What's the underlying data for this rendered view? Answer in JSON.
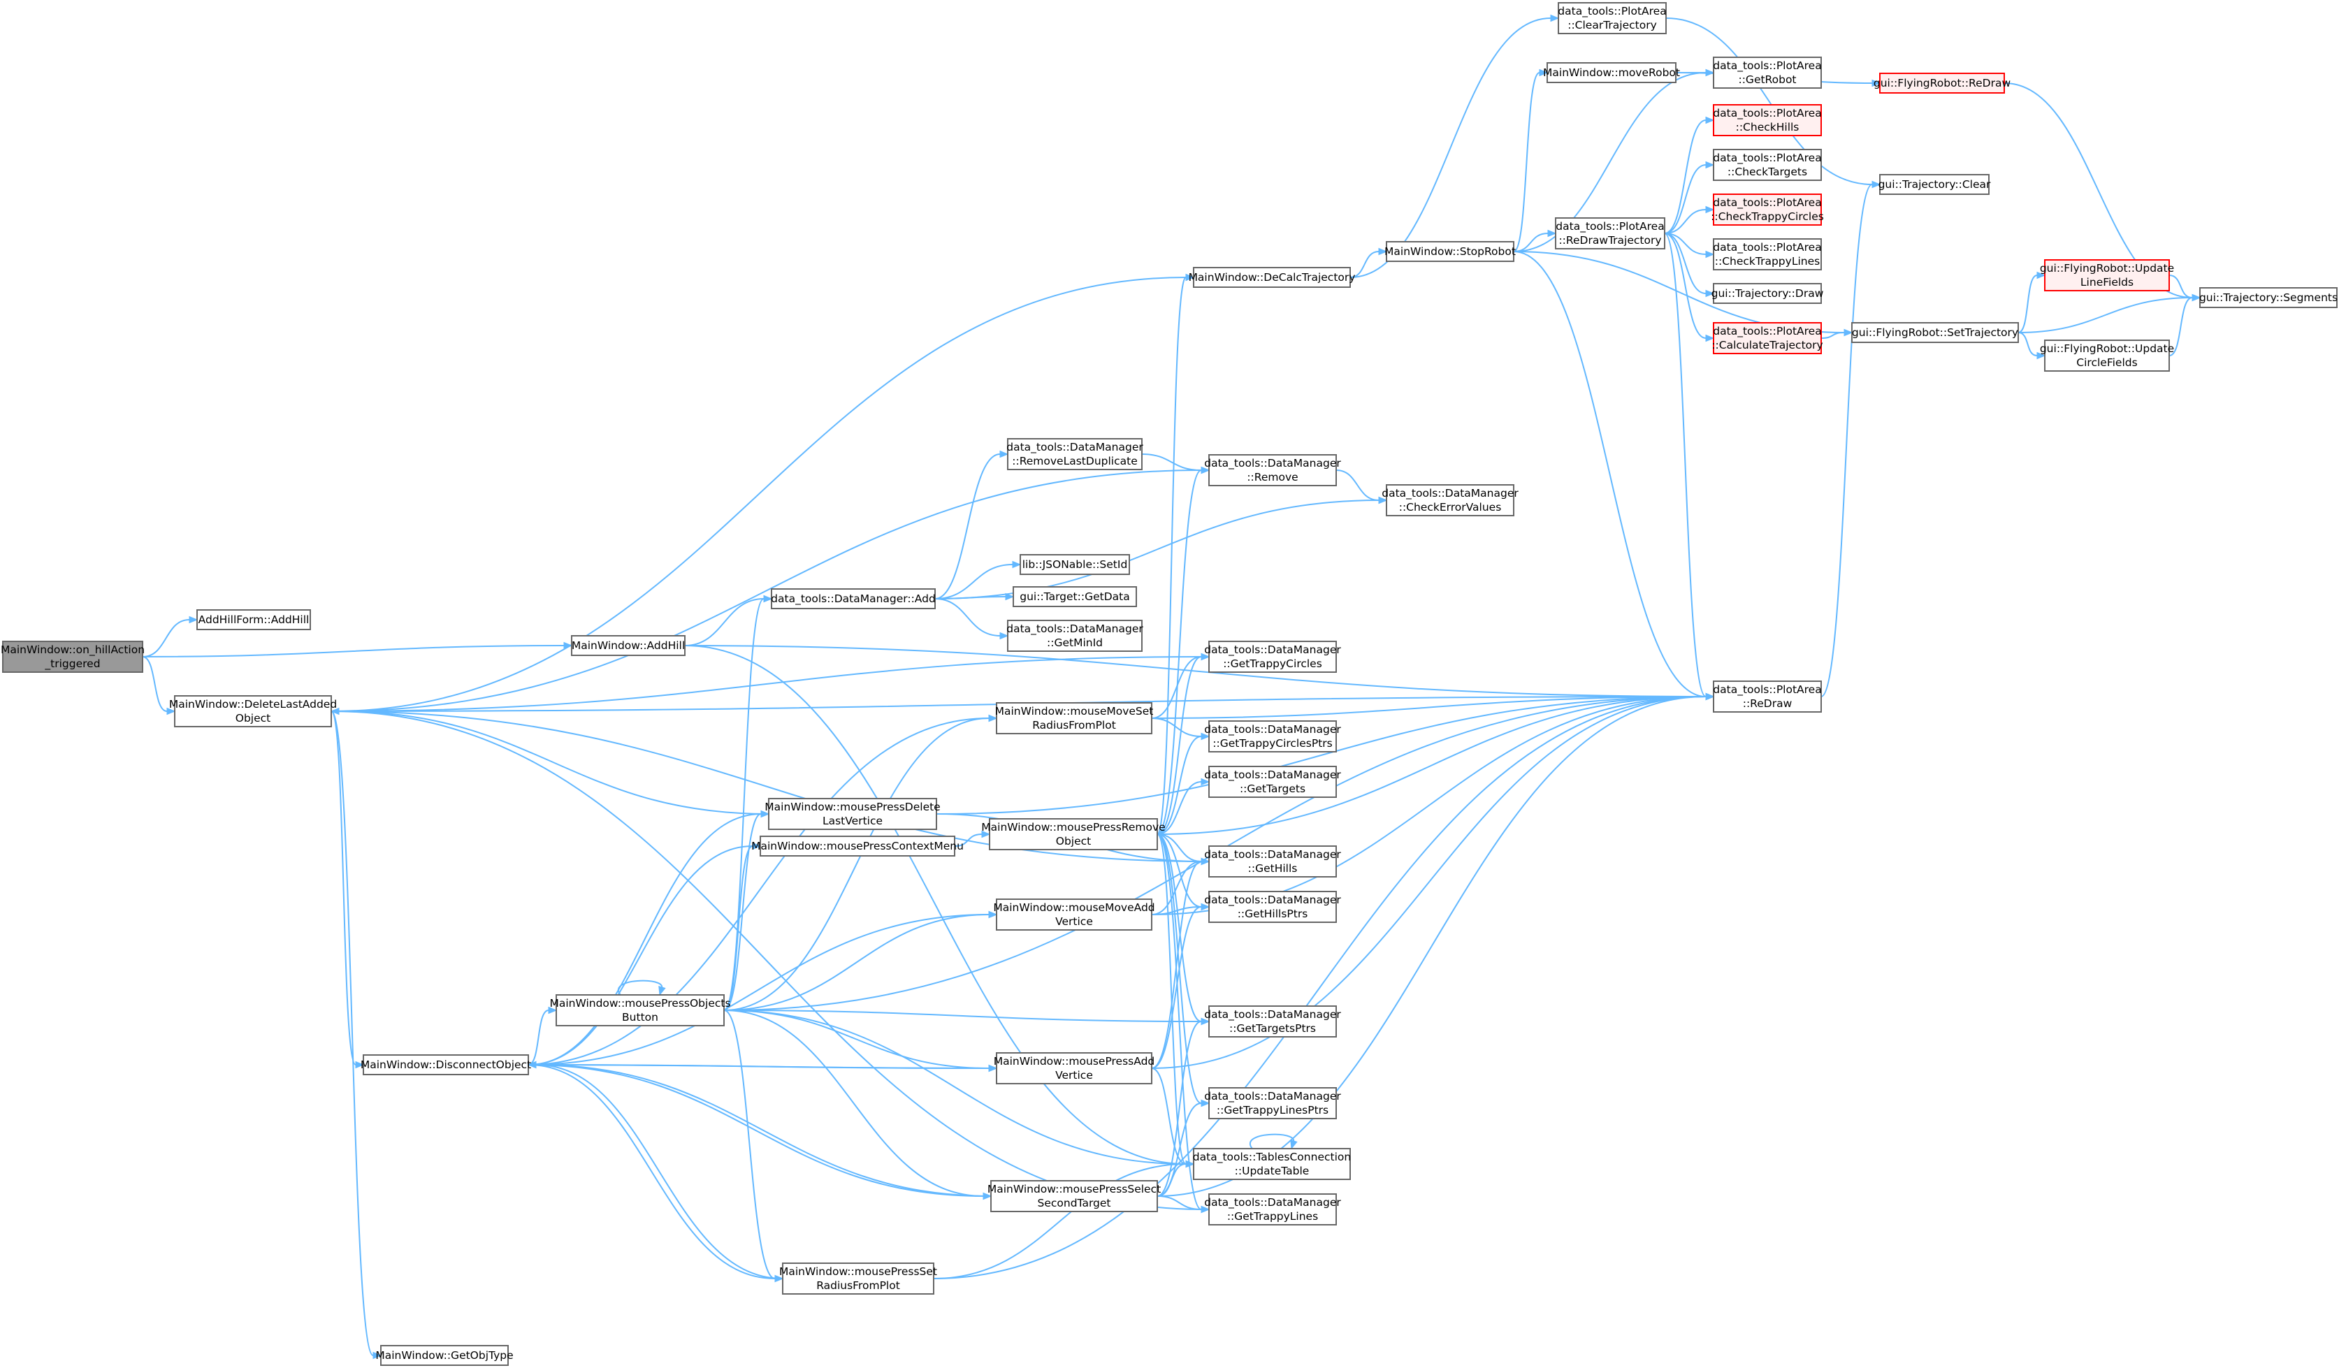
{
  "graph": {
    "nodes": [
      {
        "id": "on_hill",
        "lines": [
          "MainWindow::on_hillAction",
          "_triggered"
        ],
        "style": "root"
      },
      {
        "id": "addhillform",
        "lines": [
          "AddHillForm::AddHill"
        ],
        "style": "normal"
      },
      {
        "id": "addhill",
        "lines": [
          "MainWindow::AddHill"
        ],
        "style": "normal"
      },
      {
        "id": "deletelast",
        "lines": [
          "MainWindow::DeleteLastAdded",
          "Object"
        ],
        "style": "normal"
      },
      {
        "id": "disconnect",
        "lines": [
          "MainWindow::DisconnectObject"
        ],
        "style": "normal"
      },
      {
        "id": "getobjtype",
        "lines": [
          "MainWindow::GetObjType"
        ],
        "style": "normal"
      },
      {
        "id": "dm_add",
        "lines": [
          "data_tools::DataManager::Add"
        ],
        "style": "normal"
      },
      {
        "id": "mp_objbtn",
        "lines": [
          "MainWindow::mousePressObjects",
          "Button"
        ],
        "style": "normal"
      },
      {
        "id": "mp_dellast",
        "lines": [
          "MainWindow::mousePressDelete",
          "LastVertice"
        ],
        "style": "normal"
      },
      {
        "id": "mp_ctx",
        "lines": [
          "MainWindow::mousePressContextMenu"
        ],
        "style": "normal"
      },
      {
        "id": "removelastdup",
        "lines": [
          "data_tools::DataManager",
          "::RemoveLastDuplicate"
        ],
        "style": "normal"
      },
      {
        "id": "setid",
        "lines": [
          "lib::JSONable::SetId"
        ],
        "style": "normal"
      },
      {
        "id": "target_getdata",
        "lines": [
          "gui::Target::GetData"
        ],
        "style": "normal"
      },
      {
        "id": "getminid",
        "lines": [
          "data_tools::DataManager",
          "::GetMinId"
        ],
        "style": "normal"
      },
      {
        "id": "mm_setradius",
        "lines": [
          "MainWindow::mouseMoveSet",
          "RadiusFromPlot"
        ],
        "style": "normal"
      },
      {
        "id": "mp_remove",
        "lines": [
          "MainWindow::mousePressRemove",
          "Object"
        ],
        "style": "normal"
      },
      {
        "id": "mm_addvert",
        "lines": [
          "MainWindow::mouseMoveAdd",
          "Vertice"
        ],
        "style": "normal"
      },
      {
        "id": "mp_addvert",
        "lines": [
          "MainWindow::mousePressAdd",
          "Vertice"
        ],
        "style": "normal"
      },
      {
        "id": "mp_select2",
        "lines": [
          "MainWindow::mousePressSelect",
          "SecondTarget"
        ],
        "style": "normal"
      },
      {
        "id": "mp_setradius",
        "lines": [
          "MainWindow::mousePressSet",
          "RadiusFromPlot"
        ],
        "style": "normal"
      },
      {
        "id": "decalc",
        "lines": [
          "MainWindow::DeCalcTrajectory"
        ],
        "style": "normal"
      },
      {
        "id": "dm_remove",
        "lines": [
          "data_tools::DataManager",
          "::Remove"
        ],
        "style": "normal"
      },
      {
        "id": "checkerr",
        "lines": [
          "data_tools::DataManager",
          "::CheckErrorValues"
        ],
        "style": "normal"
      },
      {
        "id": "gettrappycircles",
        "lines": [
          "data_tools::DataManager",
          "::GetTrappyCircles"
        ],
        "style": "normal"
      },
      {
        "id": "gettrappycirclesptrs",
        "lines": [
          "data_tools::DataManager",
          "::GetTrappyCirclesPtrs"
        ],
        "style": "normal"
      },
      {
        "id": "gettargets",
        "lines": [
          "data_tools::DataManager",
          "::GetTargets"
        ],
        "style": "normal"
      },
      {
        "id": "gethills",
        "lines": [
          "data_tools::DataManager",
          "::GetHills"
        ],
        "style": "normal"
      },
      {
        "id": "gethillsptrs",
        "lines": [
          "data_tools::DataManager",
          "::GetHillsPtrs"
        ],
        "style": "normal"
      },
      {
        "id": "gettargetsptrs",
        "lines": [
          "data_tools::DataManager",
          "::GetTargetsPtrs"
        ],
        "style": "normal"
      },
      {
        "id": "gettrappylinesptrs",
        "lines": [
          "data_tools::DataManager",
          "::GetTrappyLinesPtrs"
        ],
        "style": "normal"
      },
      {
        "id": "updatetable",
        "lines": [
          "data_tools::TablesConnection",
          "::UpdateTable"
        ],
        "style": "normal"
      },
      {
        "id": "gettrappylines",
        "lines": [
          "data_tools::DataManager",
          "::GetTrappyLines"
        ],
        "style": "normal"
      },
      {
        "id": "stoprobot",
        "lines": [
          "MainWindow::StopRobot"
        ],
        "style": "normal"
      },
      {
        "id": "cleartraj",
        "lines": [
          "data_tools::PlotArea",
          "::ClearTrajectory"
        ],
        "style": "normal"
      },
      {
        "id": "moverobot",
        "lines": [
          "MainWindow::moveRobot"
        ],
        "style": "normal"
      },
      {
        "id": "getrobot",
        "lines": [
          "data_tools::PlotArea",
          "::GetRobot"
        ],
        "style": "normal"
      },
      {
        "id": "checkhills",
        "lines": [
          "data_tools::PlotArea",
          "::CheckHills"
        ],
        "style": "trunc"
      },
      {
        "id": "checktargets",
        "lines": [
          "data_tools::PlotArea",
          "::CheckTargets"
        ],
        "style": "normal"
      },
      {
        "id": "checktrappycircles",
        "lines": [
          "data_tools::PlotArea",
          "::CheckTrappyCircles"
        ],
        "style": "trunc"
      },
      {
        "id": "redrawtraj",
        "lines": [
          "data_tools::PlotArea",
          "::ReDrawTrajectory"
        ],
        "style": "normal"
      },
      {
        "id": "checktrappylines",
        "lines": [
          "data_tools::PlotArea",
          "::CheckTrappyLines"
        ],
        "style": "normal"
      },
      {
        "id": "traj_draw",
        "lines": [
          "gui::Trajectory::Draw"
        ],
        "style": "normal"
      },
      {
        "id": "calctraj",
        "lines": [
          "data_tools::PlotArea",
          "::CalculateTrajectory"
        ],
        "style": "trunc"
      },
      {
        "id": "plotarea_redraw",
        "lines": [
          "data_tools::PlotArea",
          "::ReDraw"
        ],
        "style": "normal"
      },
      {
        "id": "fr_redraw",
        "lines": [
          "gui::FlyingRobot::ReDraw"
        ],
        "style": "trunc"
      },
      {
        "id": "traj_clear",
        "lines": [
          "gui::Trajectory::Clear"
        ],
        "style": "normal"
      },
      {
        "id": "fr_settraj",
        "lines": [
          "gui::FlyingRobot::SetTrajectory"
        ],
        "style": "normal"
      },
      {
        "id": "fr_updateline",
        "lines": [
          "gui::FlyingRobot::Update",
          "LineFields"
        ],
        "style": "trunc"
      },
      {
        "id": "fr_updatecircle",
        "lines": [
          "gui::FlyingRobot::Update",
          "CircleFields"
        ],
        "style": "normal"
      },
      {
        "id": "traj_segments",
        "lines": [
          "gui::Trajectory::Segments"
        ],
        "style": "normal"
      }
    ],
    "edges": [
      [
        "on_hill",
        "addhillform"
      ],
      [
        "on_hill",
        "addhill"
      ],
      [
        "on_hill",
        "deletelast"
      ],
      [
        "addhill",
        "dm_add"
      ],
      [
        "addhill",
        "plotarea_redraw"
      ],
      [
        "addhill",
        "updatetable"
      ],
      [
        "deletelast",
        "decalc"
      ],
      [
        "deletelast",
        "disconnect"
      ],
      [
        "deletelast",
        "dm_remove"
      ],
      [
        "deletelast",
        "gethills"
      ],
      [
        "deletelast",
        "gettrappycircles"
      ],
      [
        "deletelast",
        "gettrappylines"
      ],
      [
        "deletelast",
        "getobjtype"
      ],
      [
        "deletelast",
        "plotarea_redraw"
      ],
      [
        "disconnect",
        "mp_dellast"
      ],
      [
        "disconnect",
        "mp_ctx"
      ],
      [
        "disconnect",
        "mm_setradius"
      ],
      [
        "disconnect",
        "mm_addvert"
      ],
      [
        "disconnect",
        "mp_objbtn"
      ],
      [
        "disconnect",
        "mp_addvert"
      ],
      [
        "disconnect",
        "mp_select2"
      ],
      [
        "disconnect",
        "mp_setradius"
      ],
      [
        "dm_add",
        "removelastdup"
      ],
      [
        "dm_add",
        "checkerr"
      ],
      [
        "dm_add",
        "setid"
      ],
      [
        "dm_add",
        "target_getdata"
      ],
      [
        "dm_add",
        "getminid"
      ],
      [
        "removelastdup",
        "dm_remove"
      ],
      [
        "dm_remove",
        "checkerr"
      ],
      [
        "mp_objbtn",
        "dm_add"
      ],
      [
        "mp_objbtn",
        "mp_dellast"
      ],
      [
        "mp_objbtn",
        "mp_ctx"
      ],
      [
        "mp_objbtn",
        "mm_setradius"
      ],
      [
        "mp_objbtn",
        "mm_addvert"
      ],
      [
        "mp_objbtn",
        "mp_addvert"
      ],
      [
        "mp_objbtn",
        "mp_select2"
      ],
      [
        "mp_objbtn",
        "mp_setradius"
      ],
      [
        "mp_objbtn",
        "gettargetsptrs"
      ],
      [
        "mp_objbtn",
        "updatetable"
      ],
      [
        "mp_objbtn",
        "plotarea_redraw"
      ],
      [
        "mp_objbtn",
        "mp_objbtn"
      ],
      [
        "mp_dellast",
        "deletelast"
      ],
      [
        "mp_dellast",
        "gethills"
      ],
      [
        "mp_dellast",
        "plotarea_redraw"
      ],
      [
        "mp_ctx",
        "mp_remove"
      ],
      [
        "mm_setradius",
        "gettrappycircles"
      ],
      [
        "mm_setradius",
        "gettrappycirclesptrs"
      ],
      [
        "mm_setradius",
        "plotarea_redraw"
      ],
      [
        "mp_remove",
        "decalc"
      ],
      [
        "mp_remove",
        "dm_remove"
      ],
      [
        "mp_remove",
        "gettrappycircles"
      ],
      [
        "mp_remove",
        "gettrappycirclesptrs"
      ],
      [
        "mp_remove",
        "gettargets"
      ],
      [
        "mp_remove",
        "gethills"
      ],
      [
        "mp_remove",
        "gethillsptrs"
      ],
      [
        "mp_remove",
        "gettargetsptrs"
      ],
      [
        "mp_remove",
        "gettrappylinesptrs"
      ],
      [
        "mp_remove",
        "updatetable"
      ],
      [
        "mp_remove",
        "gettrappylines"
      ],
      [
        "mp_remove",
        "plotarea_redraw"
      ],
      [
        "mm_addvert",
        "gethills"
      ],
      [
        "mm_addvert",
        "gethillsptrs"
      ],
      [
        "mm_addvert",
        "plotarea_redraw"
      ],
      [
        "mp_addvert",
        "disconnect"
      ],
      [
        "mp_addvert",
        "gethills"
      ],
      [
        "mp_addvert",
        "gethillsptrs"
      ],
      [
        "mp_addvert",
        "updatetable"
      ],
      [
        "mp_addvert",
        "plotarea_redraw"
      ],
      [
        "mp_select2",
        "disconnect"
      ],
      [
        "mp_select2",
        "gettargetsptrs"
      ],
      [
        "mp_select2",
        "gettrappylinesptrs"
      ],
      [
        "mp_select2",
        "updatetable"
      ],
      [
        "mp_select2",
        "gettrappylines"
      ],
      [
        "mp_select2",
        "plotarea_redraw"
      ],
      [
        "mp_setradius",
        "disconnect"
      ],
      [
        "mp_setradius",
        "updatetable"
      ],
      [
        "mp_setradius",
        "plotarea_redraw"
      ],
      [
        "updatetable",
        "updatetable"
      ],
      [
        "decalc",
        "cleartraj"
      ],
      [
        "decalc",
        "stoprobot"
      ],
      [
        "stoprobot",
        "moverobot"
      ],
      [
        "stoprobot",
        "getrobot"
      ],
      [
        "stoprobot",
        "redrawtraj"
      ],
      [
        "stoprobot",
        "plotarea_redraw"
      ],
      [
        "stoprobot",
        "fr_settraj"
      ],
      [
        "moverobot",
        "getrobot"
      ],
      [
        "moverobot",
        "fr_redraw"
      ],
      [
        "cleartraj",
        "traj_clear"
      ],
      [
        "redrawtraj",
        "checkhills"
      ],
      [
        "redrawtraj",
        "checktargets"
      ],
      [
        "redrawtraj",
        "checktrappycircles"
      ],
      [
        "redrawtraj",
        "checktrappylines"
      ],
      [
        "redrawtraj",
        "traj_draw"
      ],
      [
        "redrawtraj",
        "calctraj"
      ],
      [
        "redrawtraj",
        "plotarea_redraw"
      ],
      [
        "calctraj",
        "fr_settraj"
      ],
      [
        "plotarea_redraw",
        "traj_clear"
      ],
      [
        "fr_settraj",
        "fr_updateline"
      ],
      [
        "fr_settraj",
        "fr_updatecircle"
      ],
      [
        "fr_settraj",
        "traj_segments"
      ],
      [
        "fr_updateline",
        "traj_segments"
      ],
      [
        "fr_updatecircle",
        "traj_segments"
      ],
      [
        "fr_redraw",
        "traj_segments"
      ]
    ],
    "colors": {
      "edge": "#63b8ff",
      "node_border": "#666666",
      "root_fill": "#999999",
      "truncated_border": "#ff0000",
      "truncated_fill": "#fff0f0"
    }
  }
}
